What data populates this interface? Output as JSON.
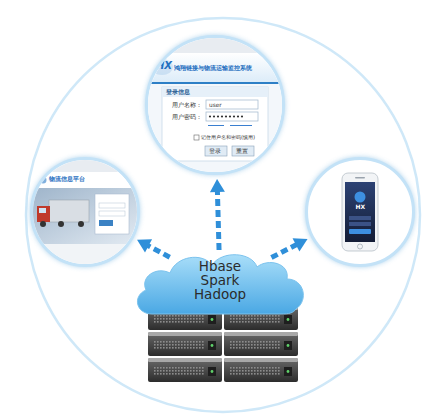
{
  "diagram": {
    "nodes": [
      {
        "text": [
          "HX",
          "鸿翔链接与物流运输监控系统",
          "登录信息",
          "用户名称：",
          "user",
          "用户密码：",
          "记住用户名和密码(慎用)",
          "登录",
          "重置"
        ]
      },
      {
        "text": [
          "物流信息平台"
        ]
      },
      {
        "text": [
          "HX"
        ]
      },
      {
        "text": [
          "Hbase Spark Hadoop"
        ]
      }
    ],
    "edges": [
      {
        "from": 3,
        "to": 0,
        "arrow": "to"
      },
      {
        "from": 3,
        "to": 1,
        "arrow": "to"
      },
      {
        "from": 3,
        "to": 2,
        "arrow": "to"
      }
    ]
  }
}
